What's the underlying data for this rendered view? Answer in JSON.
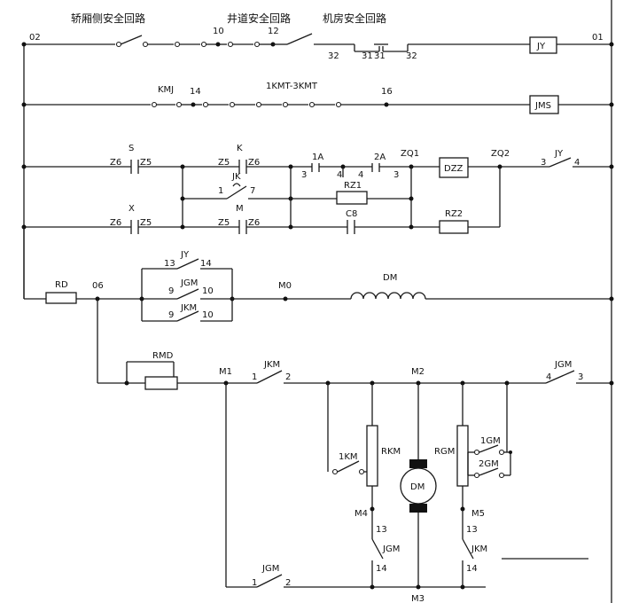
{
  "headings": {
    "car_safety": "轿厢侧安全回路",
    "shaft_safety": "井道安全回路",
    "machine_room_safety": "机房安全回路"
  },
  "nodes": {
    "n02": "02",
    "n01": "01",
    "n10": "10",
    "n12": "12",
    "n14": "14",
    "n16": "16",
    "n06": "06",
    "M0": "M0",
    "M1": "M1",
    "M2": "M2",
    "M3": "M3",
    "M4": "M4",
    "M5": "M5",
    "ZQ1": "ZQ1",
    "ZQ2": "ZQ2"
  },
  "components": {
    "JY": "JY",
    "JMS": "JMS",
    "KMJ": "KMJ",
    "KMT": "1KMT-3KMT",
    "DZZ": "DZZ",
    "RZ1": "RZ1",
    "RZ2": "RZ2",
    "C8": "C8",
    "RD": "RD",
    "RMD": "RMD",
    "DM": "DM",
    "RKM": "RKM",
    "RGM": "RGM",
    "DM_motor": "DM"
  },
  "contacts": {
    "S": "S",
    "X": "X",
    "K": "K",
    "M": "M",
    "JK": "JK",
    "Z5": "Z5",
    "Z6": "Z6",
    "A1": "1A",
    "A2": "2A",
    "JY": "JY",
    "JGM": "JGM",
    "JKM": "JKM",
    "GM1": "1GM",
    "GM2": "2GM",
    "KM1": "1KM"
  },
  "pins": {
    "p1": "1",
    "p2": "2",
    "p3": "3",
    "p4": "4",
    "p7": "7",
    "p9": "9",
    "p10": "10",
    "p13": "13",
    "p14": "14",
    "p31": "31",
    "p32": "32"
  }
}
